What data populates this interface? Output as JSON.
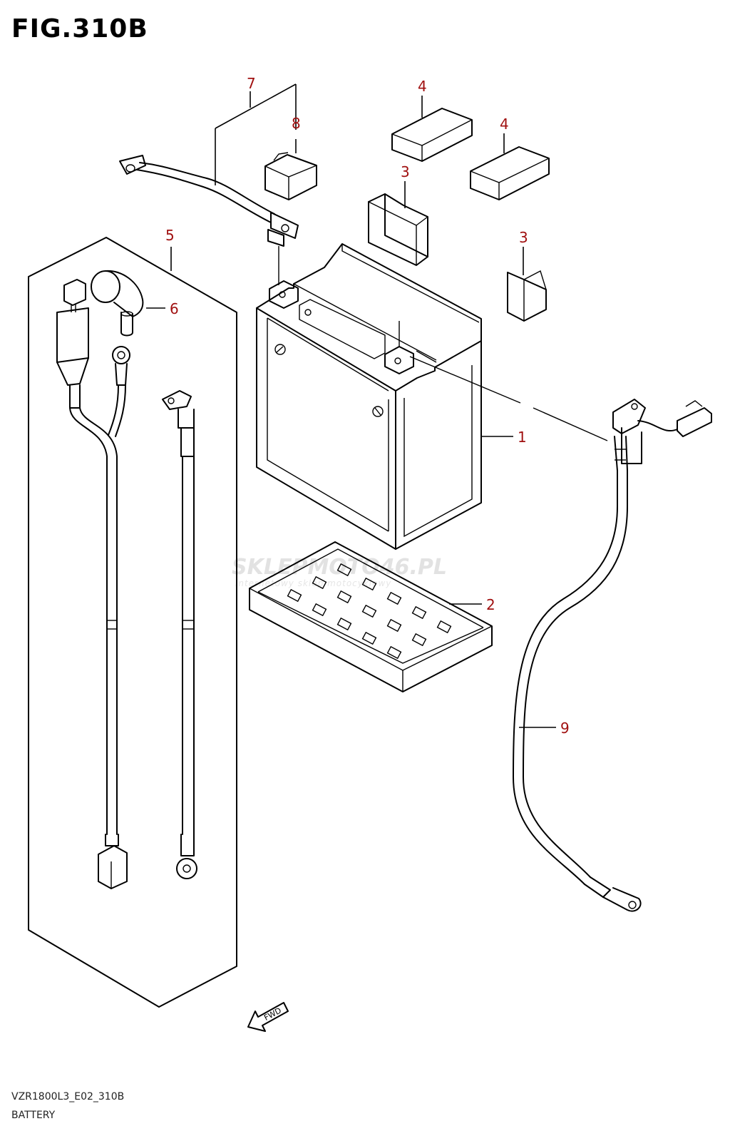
{
  "figure": {
    "title": "FIG.310B",
    "model_code": "VZR1800L3_E02_310B",
    "section_name": "BATTERY"
  },
  "watermark": {
    "brand_a": "SKLEP",
    "brand_b": "MOTO46",
    "brand_c": ".PL",
    "tagline": "internetowy sklep motocyklowy"
  },
  "fwd_label": "FWD",
  "callouts": {
    "c1": "1",
    "c2": "2",
    "c3a": "3",
    "c3b": "3",
    "c4a": "4",
    "c4b": "4",
    "c5": "5",
    "c6": "6",
    "c7": "7",
    "c8": "8",
    "c9": "9"
  },
  "colors": {
    "callout": "#a01010",
    "line": "#000000",
    "watermark": "#e2e2e2"
  }
}
